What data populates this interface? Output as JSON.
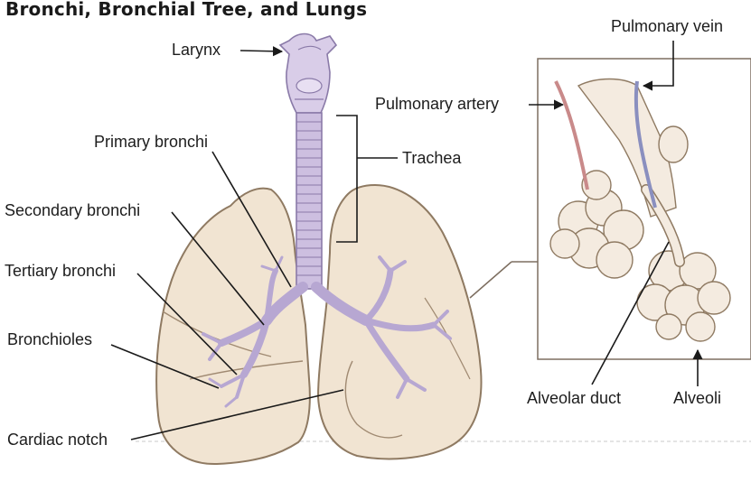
{
  "title": "Bronchi, Bronchial Tree, and Lungs",
  "labels": {
    "larynx": "Larynx",
    "primary_bronchi": "Primary bronchi",
    "trachea": "Trachea",
    "secondary_bronchi": "Secondary bronchi",
    "tertiary_bronchi": "Tertiary bronchi",
    "bronchioles": "Bronchioles",
    "cardiac_notch": "Cardiac notch",
    "pulmonary_vein": "Pulmonary vein",
    "pulmonary_artery": "Pulmonary artery",
    "alveolar_duct": "Alveolar duct",
    "alveoli": "Alveoli"
  },
  "colors": {
    "lung_fill": "#f1e4d2",
    "lung_stroke": "#8f7a62",
    "airway_fill": "#cdbfe0",
    "airway_stroke": "#8a7aa8",
    "artery": "#c98a8a",
    "vein": "#8a8fbf",
    "line": "#1a1a1a"
  }
}
